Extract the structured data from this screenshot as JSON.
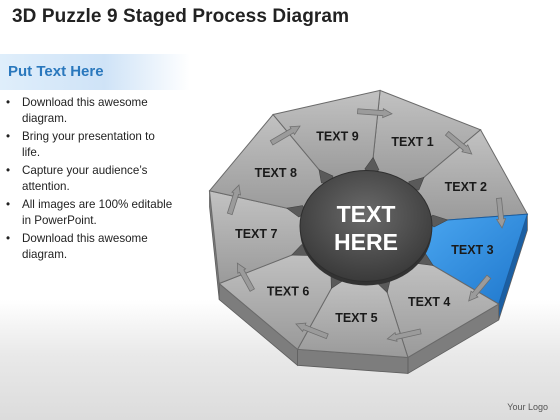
{
  "title": "3D Puzzle 9 Staged Process Diagram",
  "subtitle": "Put Text Here",
  "bullets": [
    "Download this awesome diagram.",
    "Bring your presentation to life.",
    "Capture your audience’s attention.",
    "All images are 100% editable in PowerPoint.",
    "Download this awesome diagram."
  ],
  "diagram": {
    "center_lines": [
      "TEXT",
      "HERE"
    ],
    "segments": [
      {
        "label": "TEXT 1",
        "highlighted": false
      },
      {
        "label": "TEXT 2",
        "highlighted": false
      },
      {
        "label": "TEXT 3",
        "highlighted": true
      },
      {
        "label": "TEXT 4",
        "highlighted": false
      },
      {
        "label": "TEXT 5",
        "highlighted": false
      },
      {
        "label": "TEXT 6",
        "highlighted": false
      },
      {
        "label": "TEXT 7",
        "highlighted": false
      },
      {
        "label": "TEXT 8",
        "highlighted": false
      },
      {
        "label": "TEXT 9",
        "highlighted": false
      }
    ]
  },
  "logo": "Your Logo",
  "colors": {
    "segment": "#a8a8a8",
    "segment_edge": "#6a6a6a",
    "highlight": "#2f8fe0",
    "center": "#4e4e4e",
    "subtitle_text": "#2a78bd"
  }
}
